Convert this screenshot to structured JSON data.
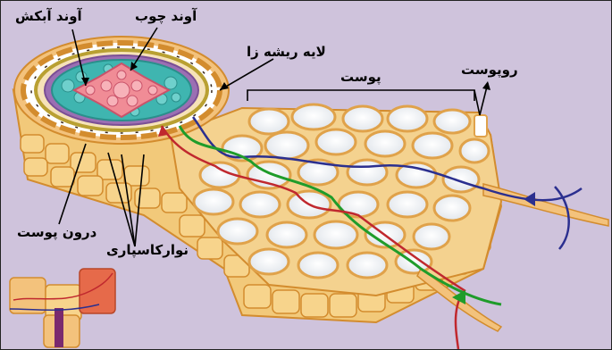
{
  "labels": {
    "phloem": "آوند آبکش",
    "xylem": "آوند چوب",
    "pericycle": "لایه ریشه زا",
    "cortex": "پوست",
    "epidermis": "روپوست",
    "endodermis": "درون پوست",
    "casparian_strip": "نوارکاسپاری"
  },
  "colors": {
    "background": "#cfc3dc",
    "cell_wall": "#e6a64a",
    "cell_fill": "#f7e7c3",
    "vacuole": "#ffffff",
    "xylem": "#f08c96",
    "phloem": "#3fb5b0",
    "pericycle": "#9b6fb3",
    "path_blue": "#2b2f8f",
    "path_green": "#1f9c2a",
    "path_red": "#c0282e"
  }
}
